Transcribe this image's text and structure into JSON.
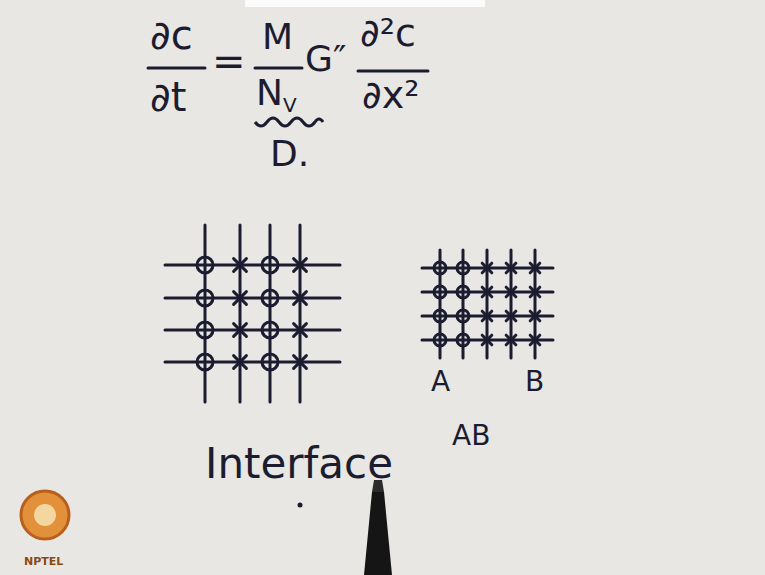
{
  "diagram": {
    "labels": [
      "∂c",
      "∂t",
      "=",
      "M",
      "N",
      "V",
      "G″",
      "∂²c",
      "∂x²",
      "D.",
      "A",
      "B",
      "AB",
      "Interface",
      "NPTEL"
    ]
  }
}
